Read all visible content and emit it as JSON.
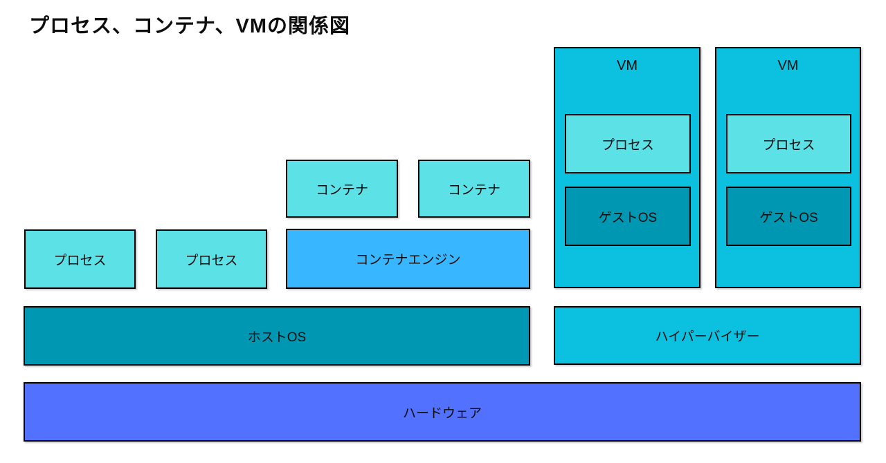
{
  "title": "プロセス、コンテナ、VMの関係図",
  "colors": {
    "process_container_fill": "#5CE1E6",
    "vm_hypervisor_fill": "#0CC0DF",
    "host_guest_os_fill": "#0097B2",
    "container_engine_fill": "#38B6FF",
    "hardware_fill": "#5271FF",
    "border": "#000000"
  },
  "diagram": {
    "host_stack": {
      "process_1": "プロセス",
      "process_2": "プロセス",
      "container_1": "コンテナ",
      "container_2": "コンテナ",
      "container_engine": "コンテナエンジン",
      "host_os": "ホストOS"
    },
    "vm_stack": {
      "vm_1": {
        "label": "VM",
        "process": "プロセス",
        "guest_os": "ゲストOS"
      },
      "vm_2": {
        "label": "VM",
        "process": "プロセス",
        "guest_os": "ゲストOS"
      },
      "hypervisor": "ハイパーバイザー"
    },
    "hardware": "ハードウェア"
  }
}
